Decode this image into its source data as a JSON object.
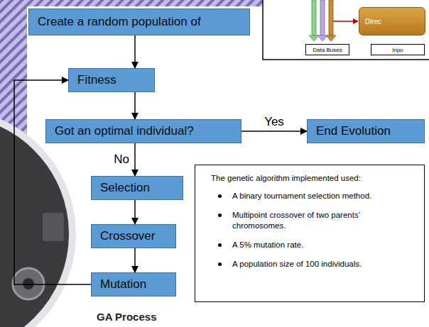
{
  "diagram": {
    "caption": "GA Process",
    "nodes": [
      {
        "text": [
          "Create a random population of"
        ]
      },
      {
        "text": [
          "Fitness"
        ]
      },
      {
        "text": [
          "Got an optimal individual?"
        ]
      },
      {
        "text": [
          "End Evolution"
        ]
      },
      {
        "text": [
          "Selection"
        ]
      },
      {
        "text": [
          "Crossover"
        ]
      },
      {
        "text": [
          "Mutation"
        ]
      },
      {
        "text": [
          "The genetic algorithm implemented used:",
          "A binary tournament selection method.",
          "Multipoint crossover of two parents’ chromosomes.",
          "A 5% mutation rate.",
          "A population size of 100 individuals."
        ]
      },
      {
        "text": [
          "Direc"
        ]
      },
      {
        "text": [
          "Data Buses"
        ]
      },
      {
        "text": [
          "Inpu"
        ]
      }
    ],
    "edges": [
      {
        "from": 0,
        "to": 1,
        "arrow": "to"
      },
      {
        "from": 1,
        "to": 2,
        "arrow": "to"
      },
      {
        "from": 2,
        "to": 3,
        "arrow": "to",
        "label": "Yes"
      },
      {
        "from": 2,
        "to": 4,
        "arrow": "to",
        "label": "No"
      },
      {
        "from": 4,
        "to": 5,
        "arrow": "to"
      },
      {
        "from": 5,
        "to": 6,
        "arrow": "to"
      },
      {
        "from": 6,
        "to": 1,
        "arrow": "to"
      }
    ]
  }
}
